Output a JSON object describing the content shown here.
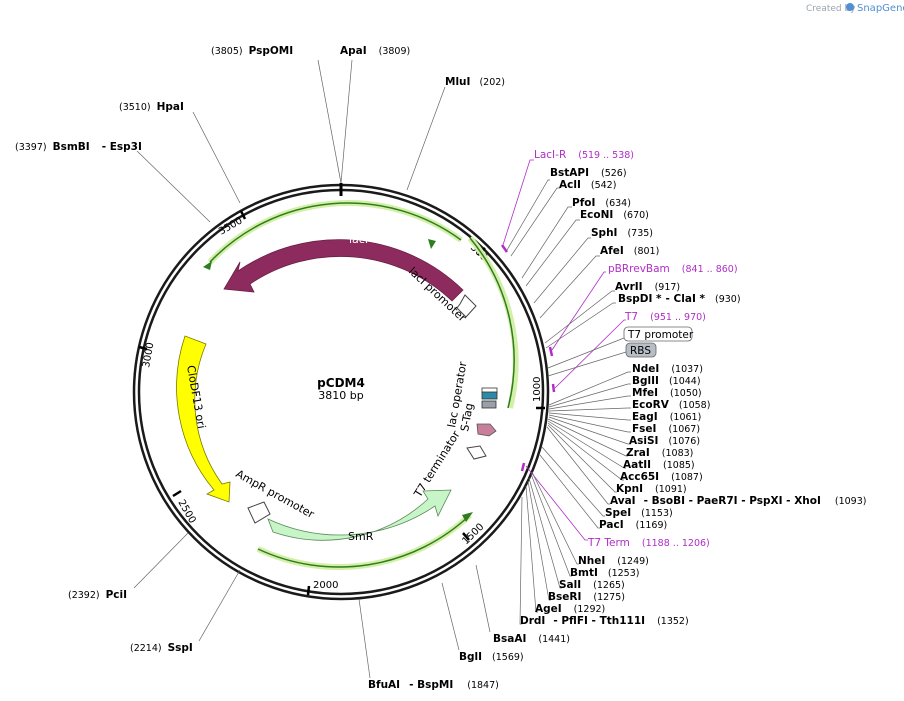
{
  "watermark": {
    "prefix": "Created by",
    "brand": "SnapGene"
  },
  "plasmid": {
    "name": "pCDM4",
    "size_label": "3810 bp"
  },
  "ticks": [
    "500",
    "1000",
    "1500",
    "2000",
    "2500",
    "3000",
    "3500"
  ],
  "features": {
    "lacI": "lacI",
    "lacI_promoter": "lacI promoter",
    "cloDF13_ori": "CloDF13 ori",
    "ampR_promoter": "AmpR promoter",
    "smR": "SmR",
    "t7_terminator": "T7 terminator",
    "lac_operator": "lac operator",
    "s_tag": "S-Tag"
  },
  "boxed_labels": {
    "t7_promoter": "T7 promoter",
    "rbs": "RBS"
  },
  "sites_left": [
    {
      "name": "PspOMI",
      "pos": "(3805)"
    },
    {
      "name": "ApaI",
      "pos": "(3809)"
    },
    {
      "name": "MluI",
      "pos": "(202)"
    },
    {
      "name": "HpaI",
      "pos": "(3510)"
    },
    {
      "name": "BsmBI",
      "extra": "- Esp3I",
      "pos": "(3397)"
    },
    {
      "name": "PciI",
      "pos": "(2392)"
    },
    {
      "name": "SspI",
      "pos": "(2214)"
    },
    {
      "name": "BfuAI",
      "extra": "- BspMI",
      "pos": "(1847)"
    },
    {
      "name": "BglI",
      "pos": "(1569)"
    },
    {
      "name": "BsaAI",
      "pos": "(1441)"
    }
  ],
  "primers": [
    {
      "name": "LacI-R",
      "pos": "(519 .. 538)"
    },
    {
      "name": "pBRrevBam",
      "pos": "(841 .. 860)"
    },
    {
      "name": "T7",
      "pos": "(951 .. 970)"
    },
    {
      "name": "T7 Term",
      "pos": "(1188 .. 1206)"
    }
  ],
  "sites_right": [
    {
      "name": "BstAPI",
      "pos": "(526)"
    },
    {
      "name": "AclI",
      "pos": "(542)"
    },
    {
      "name": "PfoI",
      "pos": "(634)"
    },
    {
      "name": "EcoNI",
      "pos": "(670)"
    },
    {
      "name": "SphI",
      "pos": "(735)"
    },
    {
      "name": "AfeI",
      "pos": "(801)"
    },
    {
      "name": "AvrII",
      "pos": "(917)"
    },
    {
      "name": "BspDI *",
      "extra": "- ClaI *",
      "pos": "(930)"
    },
    {
      "name": "NdeI",
      "pos": "(1037)"
    },
    {
      "name": "BglII",
      "pos": "(1044)"
    },
    {
      "name": "MfeI",
      "pos": "(1050)"
    },
    {
      "name": "EcoRV",
      "pos": "(1058)"
    },
    {
      "name": "EagI",
      "pos": "(1061)"
    },
    {
      "name": "FseI",
      "pos": "(1067)"
    },
    {
      "name": "AsiSI",
      "pos": "(1076)"
    },
    {
      "name": "ZraI",
      "pos": "(1083)"
    },
    {
      "name": "AatII",
      "pos": "(1085)"
    },
    {
      "name": "Acc65I",
      "pos": "(1087)"
    },
    {
      "name": "KpnI",
      "pos": "(1091)"
    },
    {
      "name": "AvaI",
      "extra": "- BsoBI - PaeR7I - PspXI - XhoI",
      "pos": "(1093)"
    },
    {
      "name": "SpeI",
      "pos": "(1153)"
    },
    {
      "name": "PacI",
      "pos": "(1169)"
    },
    {
      "name": "NheI",
      "pos": "(1249)"
    },
    {
      "name": "BmtI",
      "pos": "(1253)"
    },
    {
      "name": "SalI",
      "pos": "(1265)"
    },
    {
      "name": "BseRI",
      "pos": "(1275)"
    },
    {
      "name": "AgeI",
      "pos": "(1292)"
    },
    {
      "name": "DrdI",
      "extra": "- PflFI - Tth111I",
      "pos": "(1352)"
    }
  ],
  "colors": {
    "lacI": "#8e2b5e",
    "cloDF13": "#ffff00",
    "smR": "#c8f5c8",
    "ori_arrow": "#2e7d1e",
    "primer": "#b02dc8",
    "backbone": "#1a1a1a"
  }
}
